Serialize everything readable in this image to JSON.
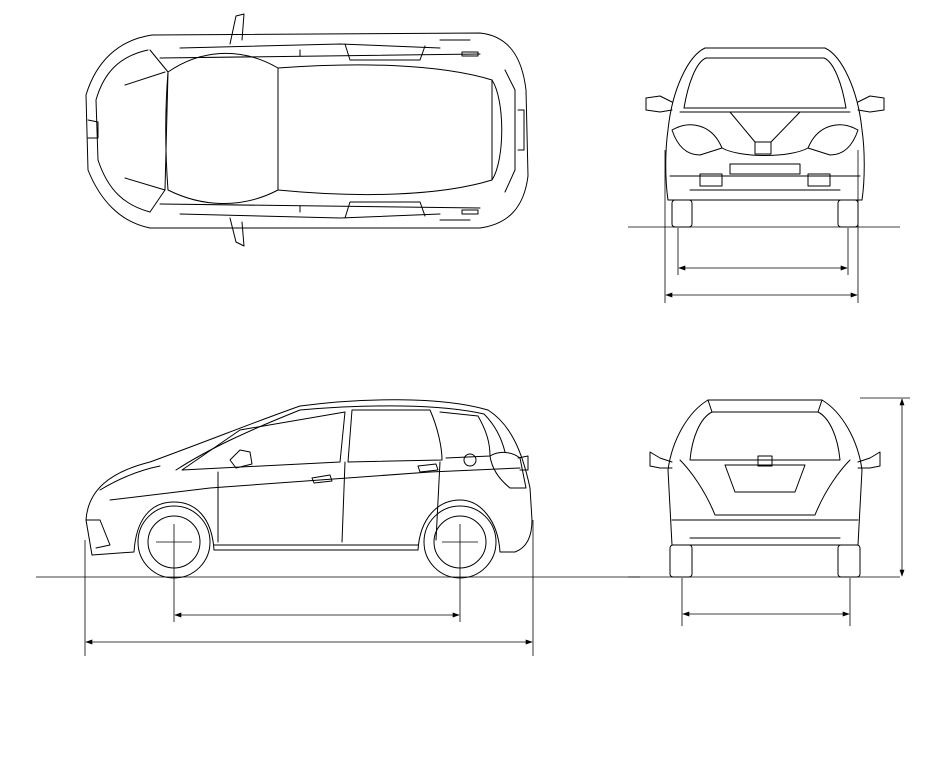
{
  "diagram": {
    "kind": "vehicle-blueprint",
    "views": [
      "top",
      "front",
      "side",
      "rear"
    ],
    "line_color": "#000000",
    "background": "#ffffff",
    "dimension_lines": [
      {
        "view": "front",
        "measure": "track-width"
      },
      {
        "view": "front",
        "measure": "overall-width"
      },
      {
        "view": "side",
        "measure": "wheelbase"
      },
      {
        "view": "side",
        "measure": "overall-length"
      },
      {
        "view": "rear",
        "measure": "track-width"
      },
      {
        "view": "rear",
        "measure": "overall-height"
      }
    ]
  }
}
